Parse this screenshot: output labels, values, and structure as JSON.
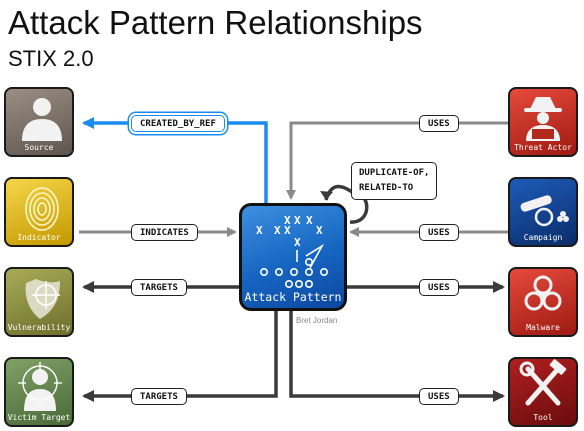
{
  "header": {
    "title": "Attack Pattern Relationships",
    "subtitle": "STIX 2.0"
  },
  "center": {
    "label": "Attack Pattern",
    "byline": "Bret Jordan"
  },
  "nodes": {
    "source": {
      "label": "Source",
      "icon": "person-silhouette-icon"
    },
    "indicator": {
      "label": "Indicator",
      "icon": "fingerprint-icon"
    },
    "vulnerability": {
      "label": "Vulnerability",
      "icon": "shield-crosshair-icon"
    },
    "victim_target": {
      "label": "Victim Target",
      "icon": "target-person-icon"
    },
    "threat_actor": {
      "label": "Threat Actor",
      "icon": "spy-icon"
    },
    "campaign": {
      "label": "Campaign",
      "icon": "cannon-icon"
    },
    "malware": {
      "label": "Malware",
      "icon": "biohazard-icon"
    },
    "tool": {
      "label": "Tool",
      "icon": "wrench-hammer-icon"
    }
  },
  "relations": {
    "created_by_ref": "CREATED_BY_REF",
    "indicates": "INDICATES",
    "targets_vulnerability": "TARGETS",
    "targets_victim": "TARGETS",
    "duplicate_line1": "DUPLICATE-OF,",
    "duplicate_line2": "RELATED-TO",
    "uses_threat_actor": "USES",
    "uses_campaign": "USES",
    "uses_malware": "USES",
    "uses_tool": "USES"
  },
  "colors": {
    "source": "#7d7269",
    "indicator": "#e0b400",
    "vulnerability": "#8e9040",
    "victim_target": "#5e7e4a",
    "threat_actor": "#c62828",
    "campaign": "#0d3f8c",
    "malware": "#c62828",
    "tool": "#8b1414",
    "center": "#1565c0",
    "edge_gray": "#8a8a8a",
    "edge_dark": "#3a3a3a",
    "edge_blue": "#1a8cf0"
  }
}
